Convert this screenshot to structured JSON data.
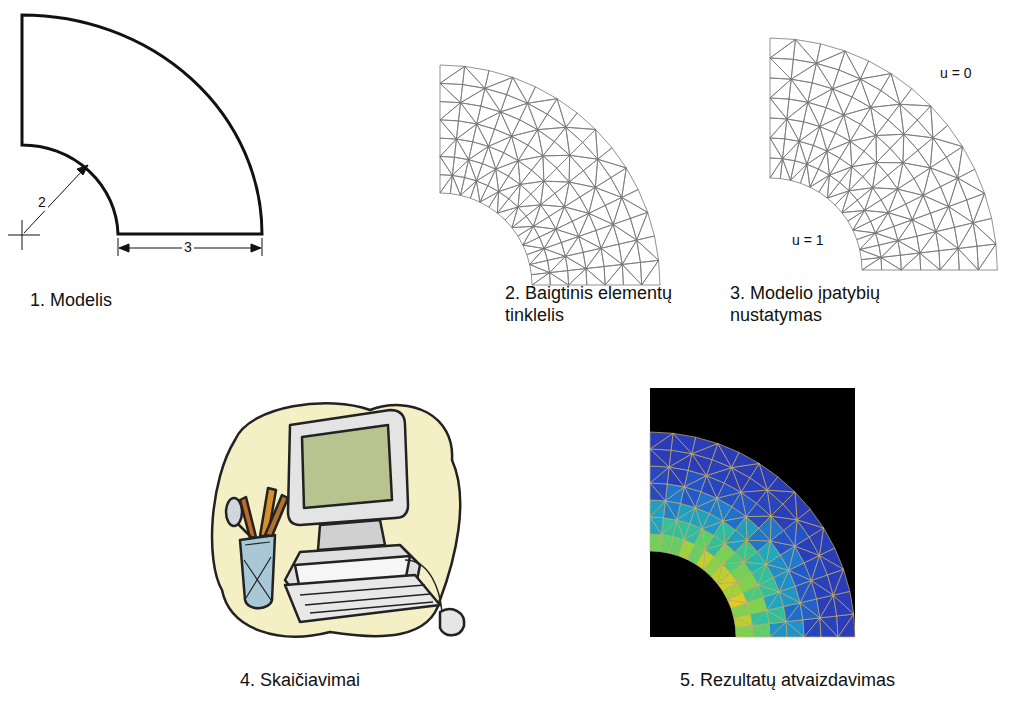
{
  "diagram": {
    "labels": [
      "2",
      "3",
      "1. Modelis",
      "2. Baigtinis elementų tinklelis",
      "u = 0",
      "u = 1",
      "3. Modelio įpatybių nustatymas",
      "4. Skaičiavimai",
      "5. Rezultatų atvaizdavimas"
    ]
  }
}
